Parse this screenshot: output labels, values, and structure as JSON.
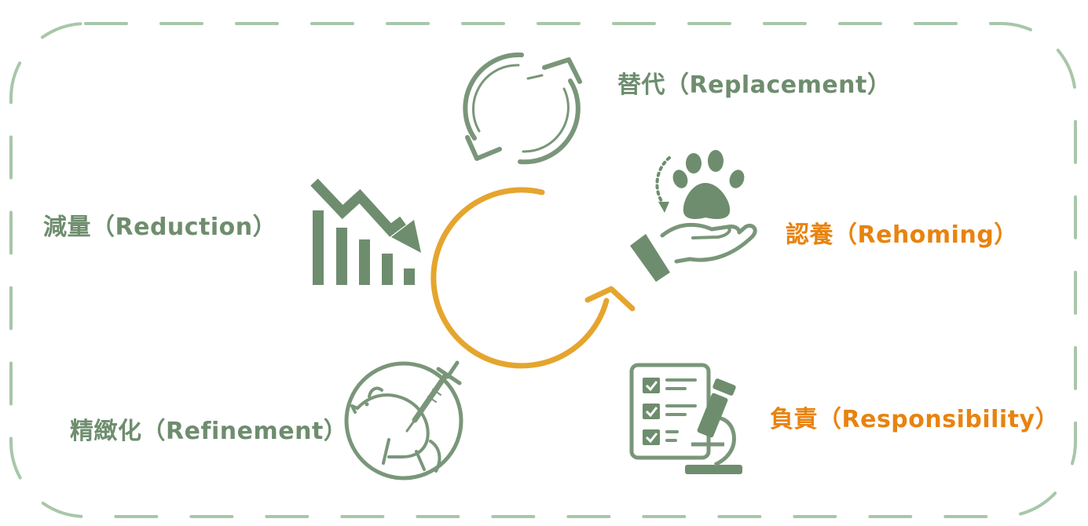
{
  "colors": {
    "green": "#7a967a",
    "icon_green": "#6e8d6e",
    "frame": "#a7c7a9",
    "orange_text": "#e8830f",
    "cycle_orange": "#e5a52e"
  },
  "labels": {
    "replacement": "替代（Replacement）",
    "reduction": "減量（Reduction）",
    "rehoming": "認養（Rehoming）",
    "refinement": "精緻化（Refinement）",
    "responsibility": "負責（Responsibility）"
  },
  "icons": {
    "replacement": "recycle-arrows-icon",
    "reduction": "declining-bar-chart-icon",
    "rehoming": "hand-holding-paw-icon",
    "refinement": "mouse-syringe-icon",
    "responsibility": "checklist-microscope-icon",
    "center": "cycle-arrow-icon"
  }
}
